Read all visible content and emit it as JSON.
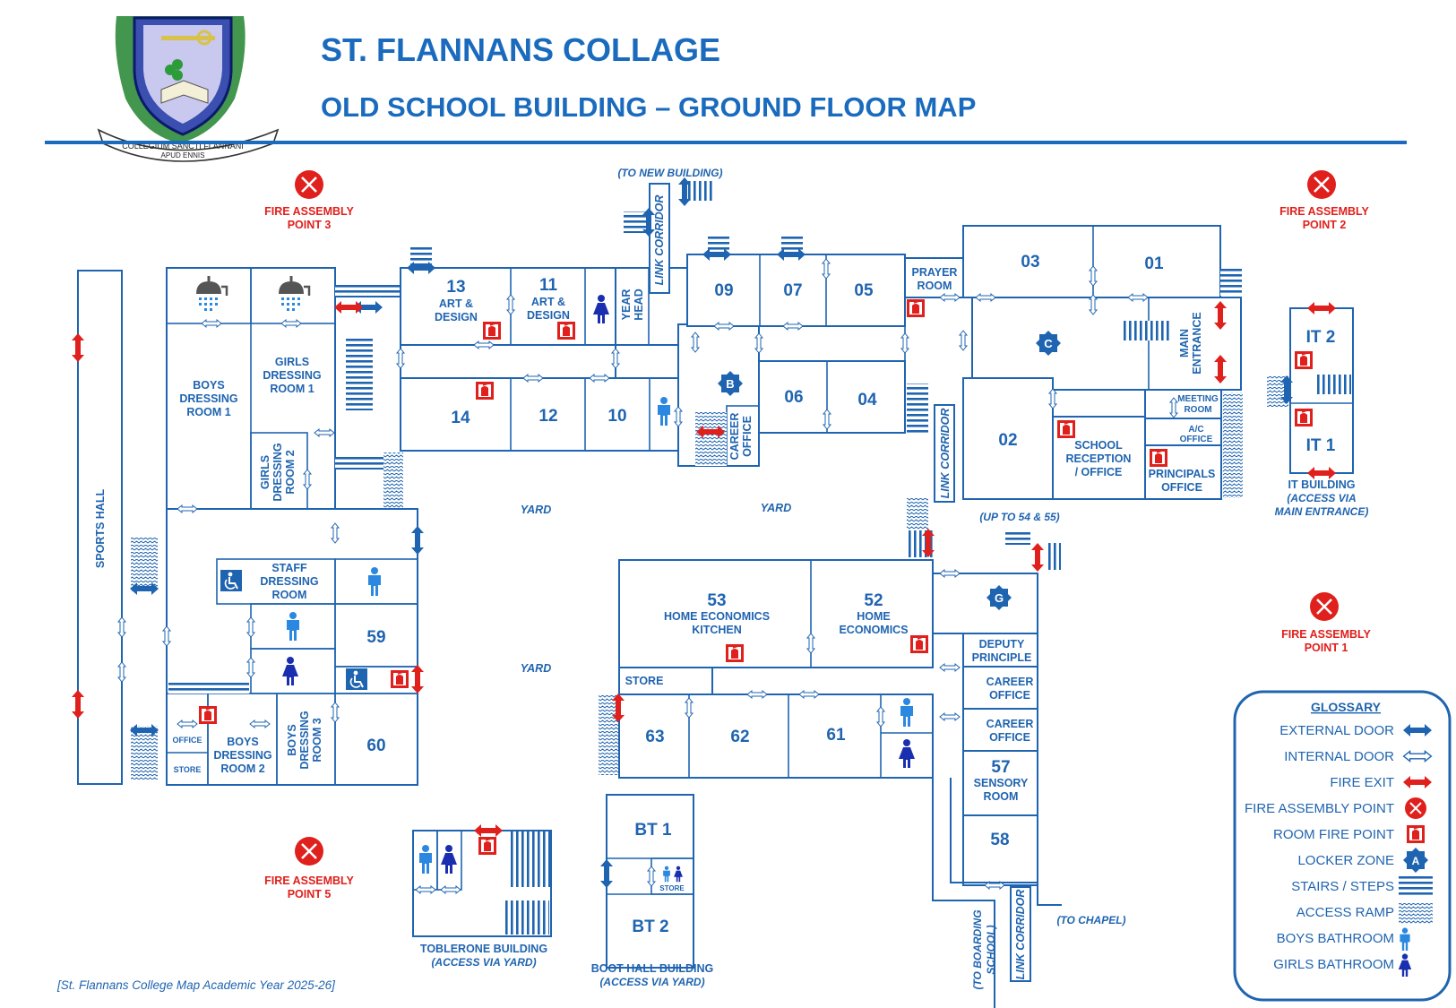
{
  "header": {
    "title": "ST. FLANNANS COLLAGE",
    "subtitle": "OLD SCHOOL BUILDING – GROUND FLOOR MAP",
    "crest_motto_1": "COLLEGIUM SANCTI FLANNANI",
    "crest_motto_2": "APUD ENNIS"
  },
  "colors": {
    "primary": "#1f64b0",
    "fire": "#e0201c",
    "door": "#1f64b0"
  },
  "assembly_points": [
    {
      "line1": "FIRE ASSEMBLY",
      "line2": "POINT 3"
    },
    {
      "line1": "FIRE ASSEMBLY",
      "line2": "POINT 2"
    },
    {
      "line1": "FIRE ASSEMBLY",
      "line2": "POINT 1"
    },
    {
      "line1": "FIRE ASSEMBLY",
      "line2": "POINT 5"
    }
  ],
  "rooms": {
    "r13": "13",
    "art13": "ART &",
    "design13": "DESIGN",
    "r11": "11",
    "art11": "ART &",
    "design11": "DESIGN",
    "year_head_1": "YEAR",
    "year_head_2": "HEAD",
    "r09": "09",
    "r07": "07",
    "r05": "05",
    "prayer_1": "PRAYER",
    "prayer_2": "ROOM",
    "r03": "03",
    "r01": "01",
    "r14": "14",
    "r12": "12",
    "r10": "10",
    "career_1": "CAREER",
    "career_2": "OFFICE",
    "r06": "06",
    "r04": "04",
    "r02": "02",
    "reception_1": "SCHOOL",
    "reception_2": "RECEPTION",
    "reception_3": "/ OFFICE",
    "principal_1": "PRINCIPALS",
    "principal_2": "OFFICE",
    "meeting_1": "MEETING",
    "meeting_2": "ROOM",
    "ac_1": "A/C",
    "ac_2": "OFFICE",
    "main_entrance_1": "MAIN",
    "main_entrance_2": "ENTRANCE",
    "it2": "IT 2",
    "it1": "IT 1",
    "boys_dr1_1": "BOYS",
    "boys_dr1_2": "DRESSING",
    "boys_dr1_3": "ROOM 1",
    "girls_dr1_1": "GIRLS",
    "girls_dr1_2": "DRESSING",
    "girls_dr1_3": "ROOM 1",
    "girls_dr2_1": "GIRLS",
    "girls_dr2_2": "DRESSING",
    "girls_dr2_3": "ROOM 2",
    "sports_hall": "SPORTS HALL",
    "staff_1": "STAFF",
    "staff_2": "DRESSING",
    "staff_3": "ROOM",
    "r59": "59",
    "r60": "60",
    "office": "OFFICE",
    "store_a": "STORE",
    "boys_dr2_1": "BOYS",
    "boys_dr2_2": "DRESSING",
    "boys_dr2_3": "ROOM 2",
    "boys_dr3_1": "BOYS",
    "boys_dr3_2": "DRESSING",
    "boys_dr3_3": "ROOM 3",
    "r53": "53",
    "he_kitchen_1": "HOME ECONOMICS",
    "he_kitchen_2": "KITCHEN",
    "r52": "52",
    "he_1": "HOME",
    "he_2": "ECONOMICS",
    "store_b": "STORE",
    "r63": "63",
    "r62": "62",
    "r61": "61",
    "deputy_1": "DEPUTY",
    "deputy_2": "PRINCIPLE",
    "career2_1": "CAREER",
    "career2_2": "OFFICE",
    "career3_1": "CAREER",
    "career3_2": "OFFICE",
    "r57": "57",
    "sensory_1": "SENSORY",
    "sensory_2": "ROOM",
    "r58": "58",
    "bt1": "BT 1",
    "bt2": "BT 2",
    "store_c": "STORE"
  },
  "labels": {
    "to_new": "(TO NEW BUILDING)",
    "link1": "LINK CORRIDOR",
    "link2": "LINK CORRIDOR",
    "link3": "LINK CORRIDOR",
    "yard1": "YARD",
    "yard2": "YARD",
    "yard3": "YARD",
    "up_to": "(UP TO 54 & 55)",
    "to_chapel": "(TO CHAPEL)",
    "to_boarding_1": "(TO BOARDING",
    "to_boarding_2": "SCHOOL)",
    "it_bld_1": "IT BUILDING",
    "it_bld_2": "(ACCESS VIA",
    "it_bld_3": "MAIN ENTRANCE)",
    "toblerone_1": "TOBLERONE BUILDING",
    "toblerone_2": "(ACCESS VIA YARD)",
    "boot_1": "BOOT HALL BUILDING",
    "boot_2": "(ACCESS VIA YARD)",
    "footer": "[St. Flannans College Map Academic Year 2025-26]"
  },
  "zones": {
    "b": "B",
    "c": "C",
    "g": "G"
  },
  "glossary": {
    "title": "GLOSSARY",
    "items": [
      {
        "label": "EXTERNAL DOOR",
        "icon": "external-door-icon"
      },
      {
        "label": "INTERNAL DOOR",
        "icon": "internal-door-icon"
      },
      {
        "label": "FIRE EXIT",
        "icon": "fire-exit-icon"
      },
      {
        "label": "FIRE ASSEMBLY POINT",
        "icon": "fire-assembly-icon"
      },
      {
        "label": "ROOM FIRE POINT",
        "icon": "room-fire-point-icon"
      },
      {
        "label": "LOCKER ZONE",
        "icon": "locker-zone-icon"
      },
      {
        "label": "STAIRS / STEPS",
        "icon": "stairs-icon"
      },
      {
        "label": "ACCESS RAMP",
        "icon": "ramp-icon"
      },
      {
        "label": "BOYS BATHROOM",
        "icon": "boys-bathroom-icon"
      },
      {
        "label": "GIRLS BATHROOM",
        "icon": "girls-bathroom-icon"
      }
    ],
    "zone_letter": "A"
  }
}
